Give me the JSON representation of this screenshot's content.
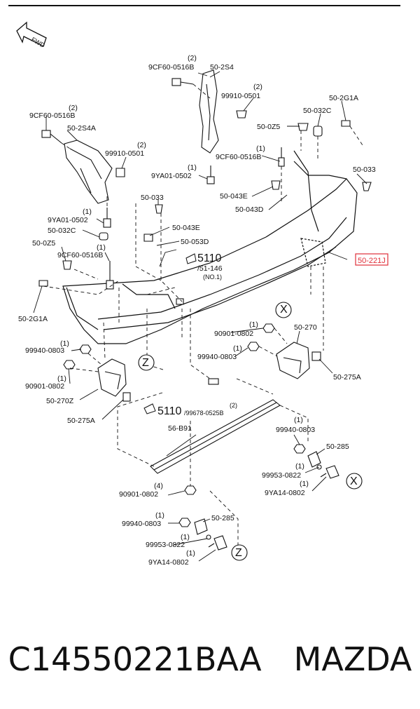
{
  "diagram": {
    "fwd": "FWD",
    "labels": {
      "c9cf60_top_qty": "(2)",
      "c9cf60_top": "9CF60-0516B",
      "p502s4": "50-2S4",
      "p99910_top_qty": "(2)",
      "p99910_top": "99910-0501",
      "p502g1a_r": "50-2G1A",
      "p50032c_r": "50-032C",
      "p500z5_r": "50-0Z5",
      "c9cf60_left_qty": "(2)",
      "c9cf60_left": "9CF60-0516B",
      "p502s4a": "50-2S4A",
      "p99910_left_qty": "(2)",
      "p99910_left": "99910-0501",
      "c9cf60_mid_qty": "(1)",
      "c9cf60_mid": "9CF60-0516B",
      "p9ya01_mid_qty": "(1)",
      "p9ya01_mid": "9YA01-0502",
      "p50033_r": "50-033",
      "p50043e_r": "50-043E",
      "p50043d_r": "50-043D",
      "p50033_l": "50-033",
      "p9ya01_l_qty": "(1)",
      "p9ya01_l": "9YA01-0502",
      "p50032c_l": "50-032C",
      "p50043e_l": "50-043E",
      "p50053d": "50-053D",
      "p500z5_l": "50-0Z5",
      "c9cf60_l2_qty": "(1)",
      "c9cf60_l2": "9CF60-0516B",
      "ref5110_top": "5110",
      "ref5110_top_sub": "/51-146",
      "ref5110_top_no": "(NO.1)",
      "p50221j": "50-221J",
      "p502g1a_l": "50-2G1A",
      "circle_x": "X",
      "p90901_r_qty": "(1)",
      "p90901_r": "90901-0802",
      "p50270": "50-270",
      "p99940_r_qty": "(1)",
      "p99940_r": "99940-0803",
      "p50275a_r": "50-275A",
      "p99940_l_qty": "(1)",
      "p99940_l": "99940-0803",
      "circle_z": "Z",
      "p90901_l_qty": "(1)",
      "p90901_l": "90901-0802",
      "p50270z": "50-270Z",
      "p50275a_l": "50-275A",
      "ref5110_bot": "5110",
      "ref5110_bot_sub": "/99678-0525B",
      "ref5110_bot_qty": "(2)",
      "p56b91": "56-B91",
      "p99940_x_qty": "(1)",
      "p99940_x": "99940-0803",
      "p50285_x": "50-285",
      "p99953_x_qty": "(1)",
      "p99953_x": "99953-0822",
      "p9ya14_x_qty": "(1)",
      "p9ya14_x": "9YA14-0802",
      "p90901_b_qty": "(4)",
      "p90901_b": "90901-0802",
      "p99940_z_qty": "(1)",
      "p99940_z": "99940-0803",
      "p50285_z": "50-285",
      "p99953_z_qty": "(1)",
      "p99953_z": "99953-0822",
      "p9ya14_z_qty": "(1)",
      "p9ya14_z": "9YA14-0802"
    }
  },
  "caption": {
    "part_number": "C14550221BAA",
    "brand": "MAZDA"
  }
}
